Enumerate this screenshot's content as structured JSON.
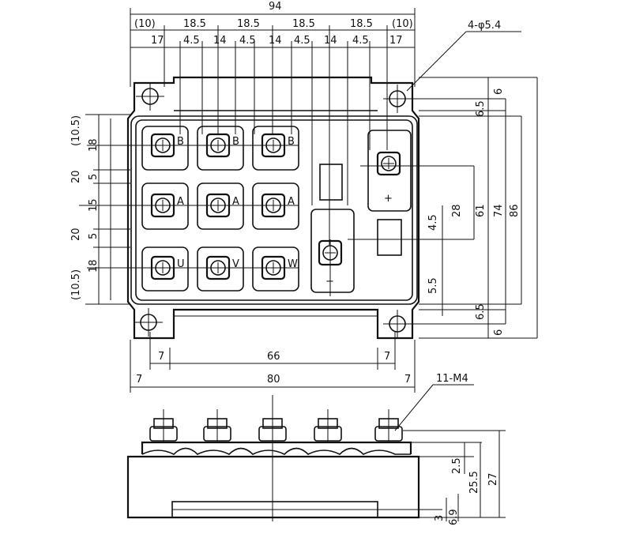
{
  "drawing": {
    "top_dims": {
      "overall": "94",
      "pitch_row": [
        "(10)",
        "18.5",
        "18.5",
        "18.5",
        "18.5",
        "(10)"
      ],
      "detail_row": [
        "17",
        "4.5",
        "14",
        "4.5",
        "14",
        "4.5",
        "14",
        "4.5",
        "17"
      ]
    },
    "hole_callout": "4-φ5.4",
    "thread_callout": "11-M4",
    "left_dims": [
      "(10.5)",
      "18",
      "20",
      "5",
      "15",
      "20",
      "5",
      "18",
      "(10.5)"
    ],
    "right_dims": {
      "top_6": "6",
      "top_6_5": "6.5",
      "span_28": "28",
      "span_61": "61",
      "span_74": "74",
      "span_86": "86",
      "d_4_5": "4.5",
      "d_5_5": "5.5",
      "bottom_6_5": "6.5",
      "bottom_6": "6"
    },
    "bottom_dims": {
      "inner": "66",
      "inner_left": "7",
      "inner_right": "7",
      "outer": "80",
      "outer_left": "7",
      "outer_right": "7"
    },
    "side_dims": {
      "d2_5": "2.5",
      "d25_5": "25.5",
      "d27": "27",
      "d3": "3",
      "d6_9": "6.9"
    },
    "terminal_letters": [
      "B",
      "B",
      "B",
      "A",
      "A",
      "A",
      "U",
      "V",
      "W"
    ],
    "polarity": {
      "plus": "+",
      "minus": "−"
    }
  }
}
